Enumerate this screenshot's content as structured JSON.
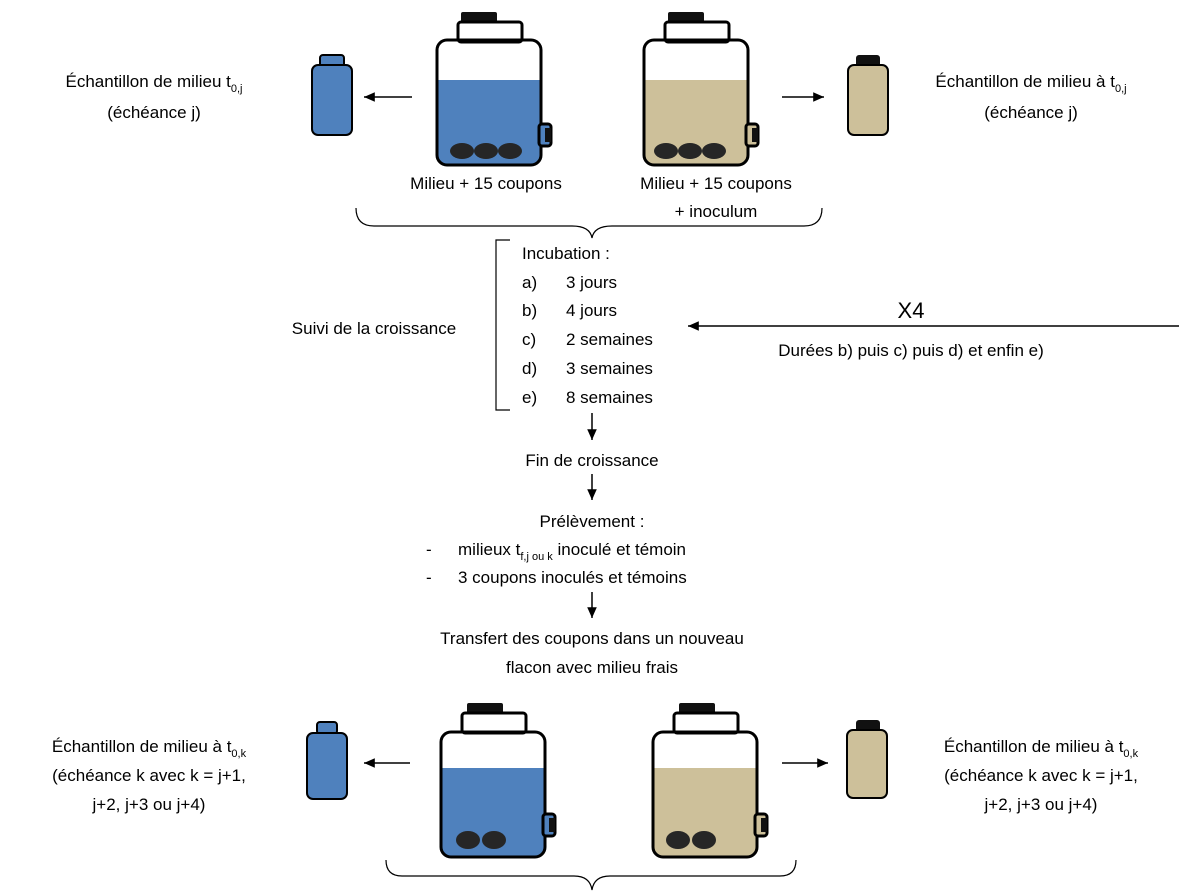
{
  "colors": {
    "control_medium": "#4f81bd",
    "inoculated_medium": "#cdc09a",
    "coupon": "#262626",
    "cap": "#111111",
    "line": "#000000"
  },
  "icons": {
    "bottle": "lab-bottle-icon",
    "sample_vial": "sample-vial-icon",
    "coupon": "coupon-disc-icon"
  },
  "top": {
    "left_sample": {
      "line1_prefix": "Échantillon de milieu t",
      "line1_sub": "0,j",
      "line2": "(échéance j)"
    },
    "right_sample": {
      "line1_prefix": "Échantillon de milieu à t",
      "line1_sub": "0,j",
      "line2": "(échéance j)"
    },
    "left_bottle_label": "Milieu + 15 coupons",
    "right_bottle_label_1": "Milieu + 15 coupons",
    "right_bottle_label_2": "+ inoculum"
  },
  "incubation": {
    "title": "Incubation :",
    "items": [
      {
        "letter": "a)",
        "text": "3 jours"
      },
      {
        "letter": "b)",
        "text": "4 jours"
      },
      {
        "letter": "c)",
        "text": "2 semaines"
      },
      {
        "letter": "d)",
        "text": "3 semaines"
      },
      {
        "letter": "e)",
        "text": "8 semaines"
      }
    ],
    "side_label": "Suivi de la croissance"
  },
  "loop": {
    "multiplier": "X4",
    "caption": "Durées b) puis c) puis d) et enfin e)"
  },
  "steps": {
    "end_growth": "Fin de croissance",
    "sampling_title": "Prélèvement :",
    "sampling_item1_dash": "-",
    "sampling_item1_pre": "milieux t",
    "sampling_item1_sub": "f,j ou k",
    "sampling_item1_post": " inoculé et témoin",
    "sampling_item2_dash": "-",
    "sampling_item2": "3 coupons inoculés et témoins",
    "transfer_line1": "Transfert des coupons dans un nouveau",
    "transfer_line2": "flacon avec milieu frais"
  },
  "bottom": {
    "left_sample": {
      "line1_prefix": "Échantillon de milieu à t",
      "line1_sub": "0,k",
      "line2": "(échéance k avec k = j+1,",
      "line3": "j+2, j+3 ou j+4)"
    },
    "right_sample": {
      "line1_prefix": "Échantillon de milieu à t",
      "line1_sub": "0,k",
      "line2": "(échéance k avec k = j+1,",
      "line3": "j+2, j+3 ou j+4)"
    }
  }
}
